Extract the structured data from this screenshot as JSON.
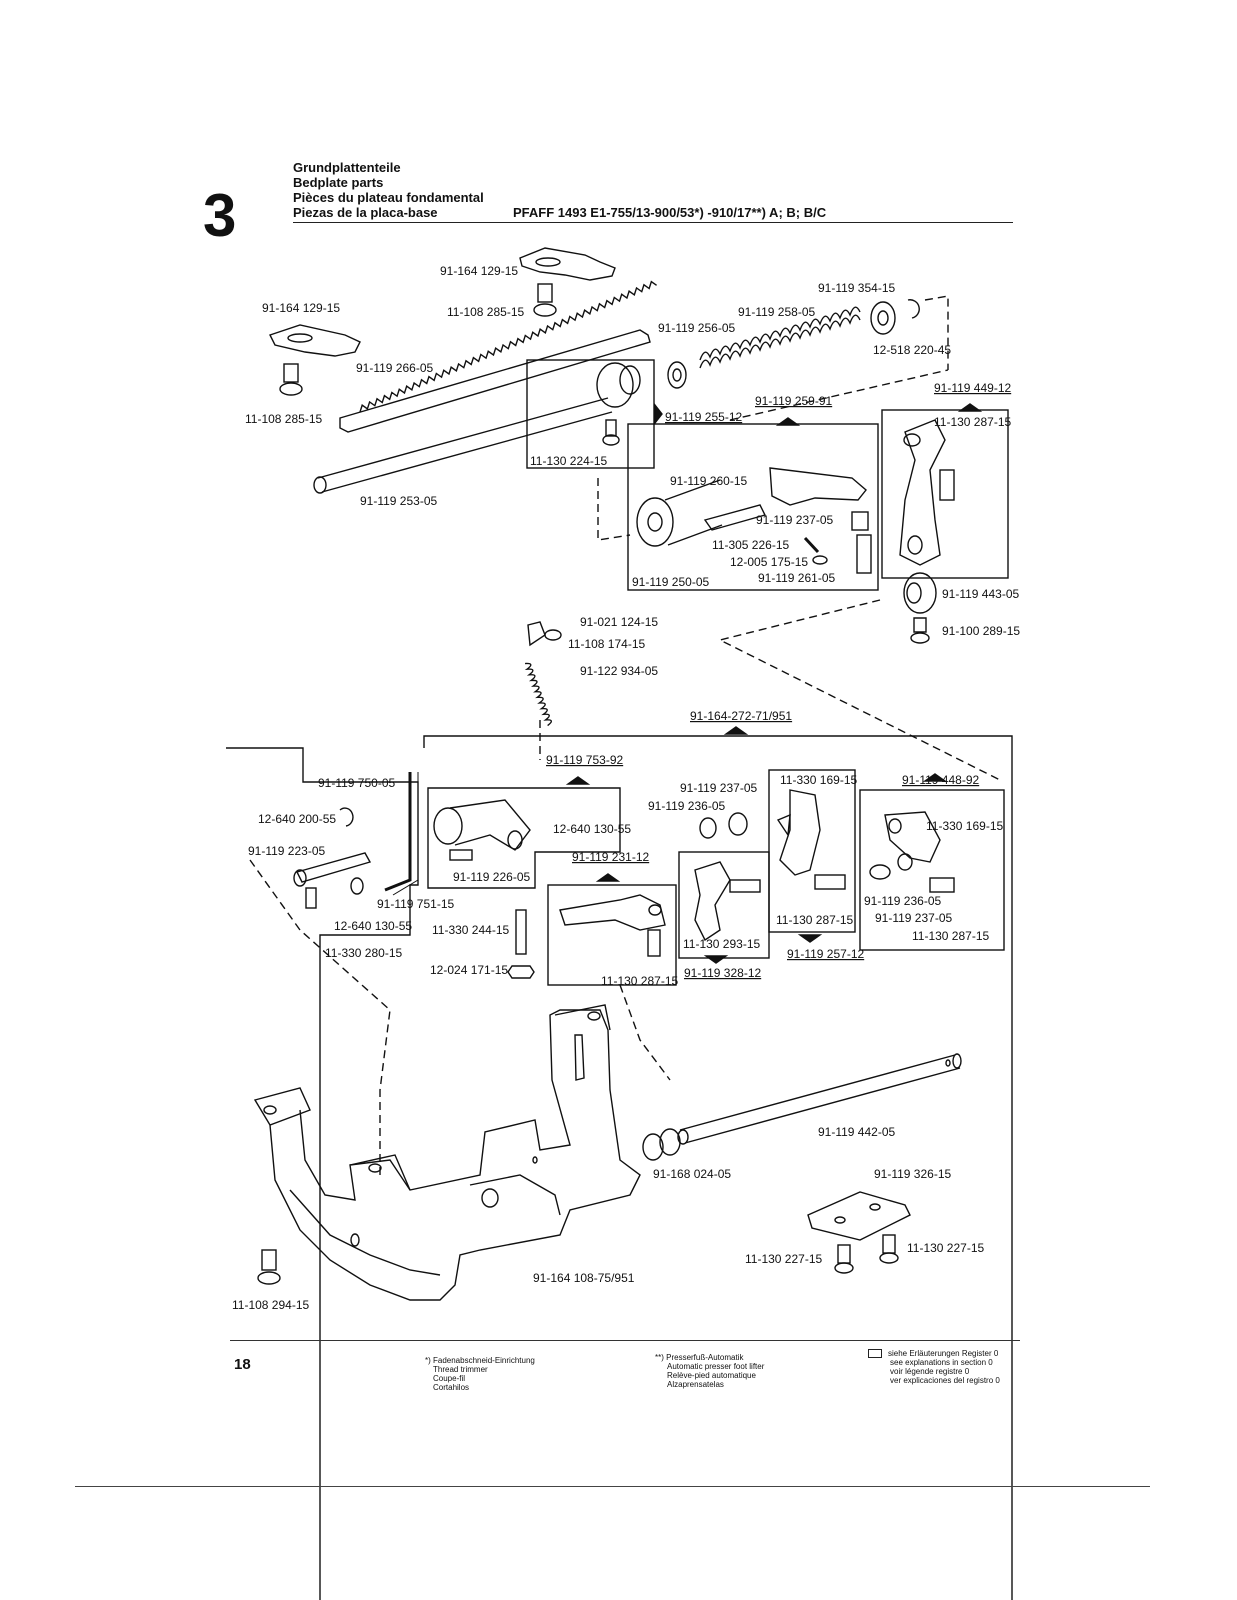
{
  "header": {
    "section_number": "3",
    "titles": [
      "Grundplattenteile",
      "Bedplate parts",
      "Pièces du plateau fondamental",
      "Piezas de la placa-base"
    ],
    "model": "PFAFF 1493 E1-755/13-900/53*) -910/17**) A; B; B/C"
  },
  "callouts": [
    "91-164 129-15",
    "11-108 285-15",
    "91-164 129-15",
    "11-108 285-15",
    "91-119 266-05",
    "91-119 256-05",
    "91-119 258-05",
    "91-119 354-15",
    "12-518 220-45",
    "91-119 255-12",
    "11-130 224-15",
    "91-119 253-05",
    "91-119 259-91",
    "91-119 449-12",
    "11-130 287-15",
    "91-119 260-15",
    "91-119 237-05",
    "11-305 226-15",
    "12-005 175-15",
    "91-119 261-05",
    "91-119 250-05",
    "91-119 443-05",
    "91-100 289-15",
    "91-021 124-15",
    "11-108 174-15",
    "91-122 934-05",
    "91-164-272-71/951",
    "91-119 753-92",
    "91-119 750-05",
    "12-640 200-55",
    "91-119 223-05",
    "12-640 130-55",
    "91-119 226-05",
    "91-119 751-15",
    "12-640 130-55",
    "11-330 280-15",
    "91-119 237-05",
    "91-119 236-05",
    "11-330 169-15",
    "91-119 448-92",
    "11-330 169-15",
    "91-119 231-12",
    "11-330 244-15",
    "12-024 171-15",
    "11-130 293-15",
    "11-130 287-15",
    "91-119 328-12",
    "11-130 287-15",
    "91-119 257-12",
    "91-119 236-05",
    "91-119 237-05",
    "11-130 287-15",
    "91-119 442-05",
    "91-168 024-05",
    "91-119 326-15",
    "11-130 227-15",
    "11-130 227-15",
    "91-164 108-75/951",
    "11-108 294-15"
  ],
  "footer": {
    "page_number": "18",
    "footnote_thread_trimmer": [
      "*) Fadenabschneid-Einrichtung",
      "Thread trimmer",
      "Coupe-fil",
      "Cortahilos"
    ],
    "footnote_presser_foot": [
      "**) Presserfuß-Automatik",
      "Automatic presser foot lifter",
      "Relève-pied automatique",
      "Alzaprensatelas"
    ],
    "legend_note": [
      "siehe Erläuterungen Register 0",
      "see explanations in section 0",
      "voir légende registre 0",
      "ver explicaciones del registro 0"
    ]
  }
}
